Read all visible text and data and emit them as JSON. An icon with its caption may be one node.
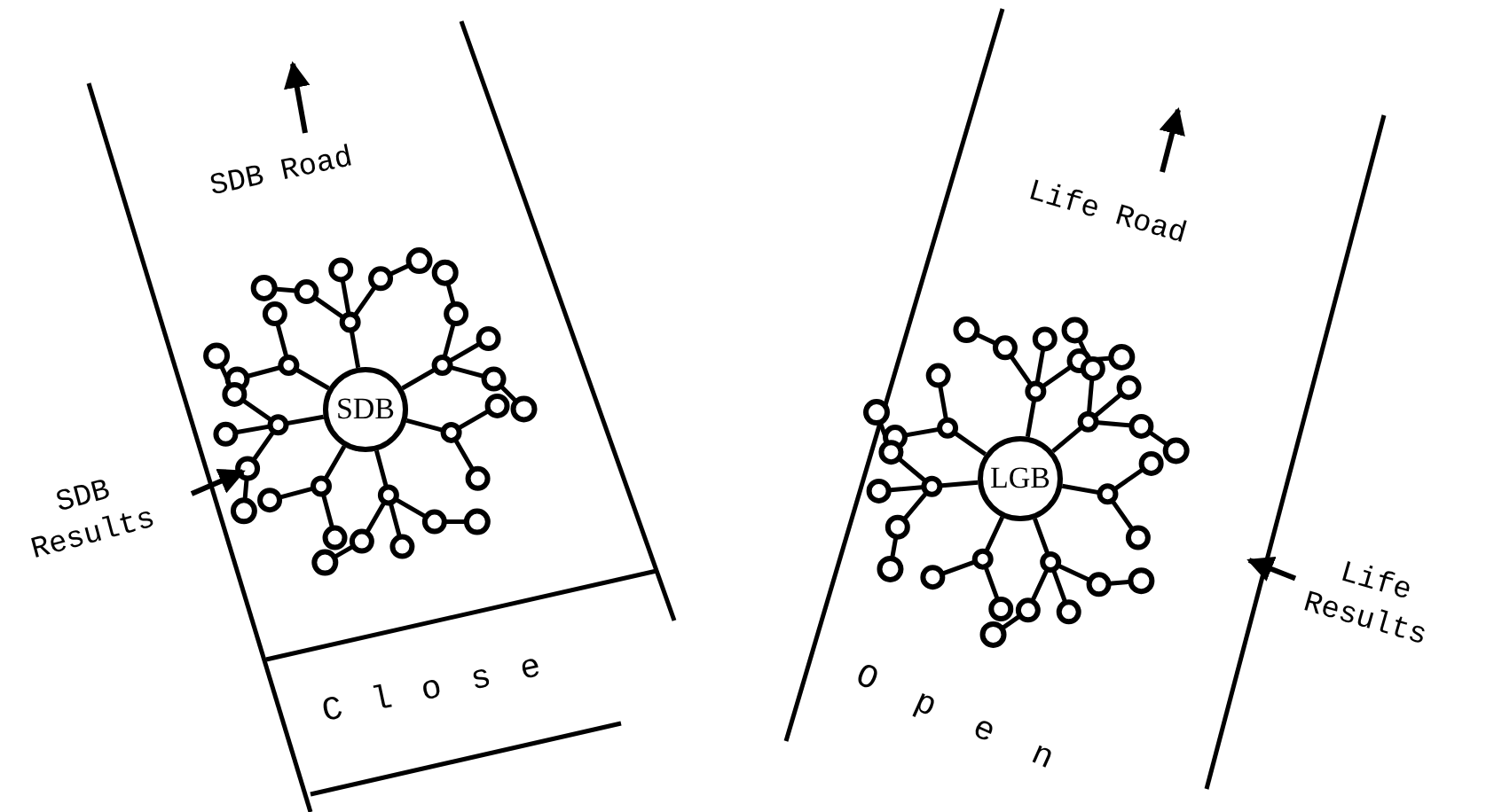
{
  "diagram": {
    "nodes": [
      {
        "text": [
          "SDB Road",
          "Close"
        ]
      },
      {
        "text": [
          "SDB"
        ],
        "in": 0
      },
      {
        "text": [
          "SDB Results"
        ]
      },
      {
        "text": [
          "Life Road",
          "Open"
        ]
      },
      {
        "text": [
          "LGB"
        ],
        "in": 3
      },
      {
        "text": [
          "Life Results"
        ]
      }
    ],
    "edges": [
      {
        "from": 2,
        "to": null,
        "arrow": "to"
      },
      {
        "from": 5,
        "to": null,
        "arrow": "to"
      }
    ]
  }
}
